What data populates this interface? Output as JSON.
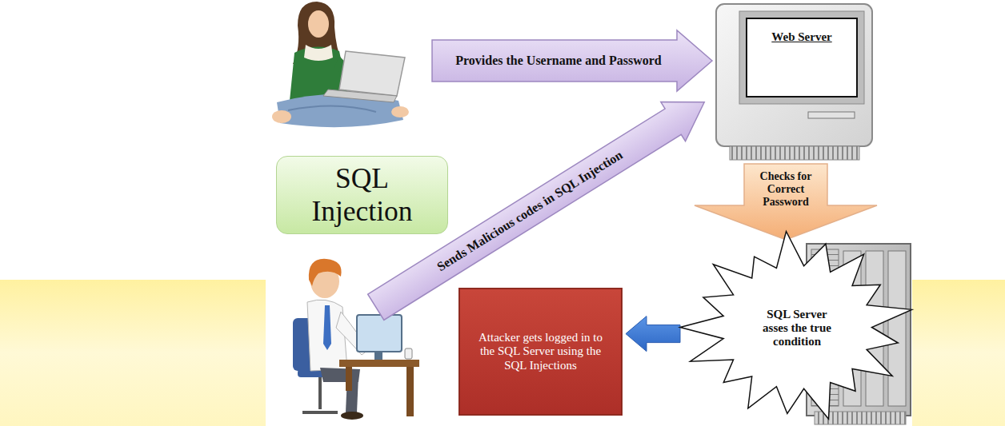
{
  "diagram": {
    "nodes": [
      {
        "text": [
          "Provides the Username and Password"
        ]
      },
      {
        "text": [
          "Web Server"
        ]
      },
      {
        "text": [
          "SQL Injection"
        ]
      },
      {
        "text": [
          "Sends Malicious codes in SQL Injection"
        ]
      },
      {
        "text": [
          "Checks for Correct Password"
        ]
      },
      {
        "text": [
          "SQL Server asses the true condition"
        ]
      },
      {
        "text": [
          "Attacker gets logged in to the SQL Server using the SQL Injections"
        ]
      }
    ],
    "edges": [
      {
        "from": 5,
        "to": 6,
        "arrow": "to"
      }
    ]
  }
}
